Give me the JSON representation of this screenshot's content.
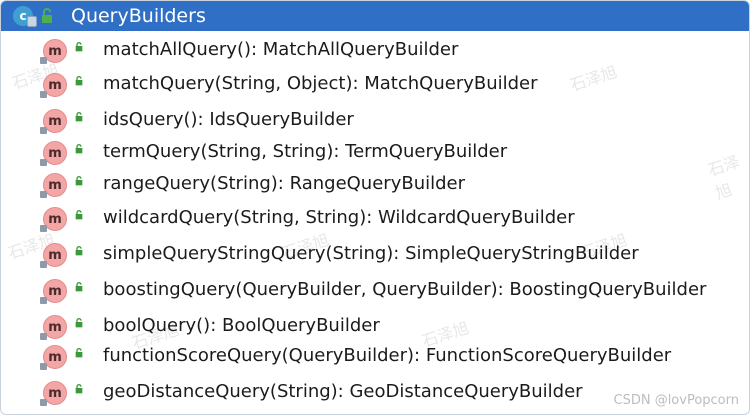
{
  "header": {
    "class_icon_letter": "c",
    "title": "QueryBuilders",
    "icon": "class-icon"
  },
  "methods": [
    {
      "sig": "matchAllQuery(): MatchAllQueryBuilder"
    },
    {
      "sig": "matchQuery(String, Object): MatchQueryBuilder"
    },
    {
      "sig": "idsQuery(): IdsQueryBuilder"
    },
    {
      "sig": "termQuery(String, String): TermQueryBuilder"
    },
    {
      "sig": "rangeQuery(String): RangeQueryBuilder"
    },
    {
      "sig": "wildcardQuery(String, String): WildcardQueryBuilder"
    },
    {
      "sig": "simpleQueryStringQuery(String): SimpleQueryStringBuilder"
    },
    {
      "sig": "boostingQuery(QueryBuilder, QueryBuilder): BoostingQueryBuilder"
    },
    {
      "sig": "boolQuery(): BoolQueryBuilder"
    },
    {
      "sig": "functionScoreQuery(QueryBuilder): FunctionScoreQueryBuilder"
    },
    {
      "sig": "geoDistanceQuery(String): GeoDistanceQueryBuilder"
    }
  ],
  "method_icon_letter": "m",
  "watermarks": [
    "石泽旭"
  ],
  "footer": {
    "credit": "CSDN @lovPopcorn"
  },
  "colors": {
    "header_bg": "#2f6fc6",
    "method_icon": "#f4a6a6",
    "lock_green": "#3a9a3a"
  }
}
